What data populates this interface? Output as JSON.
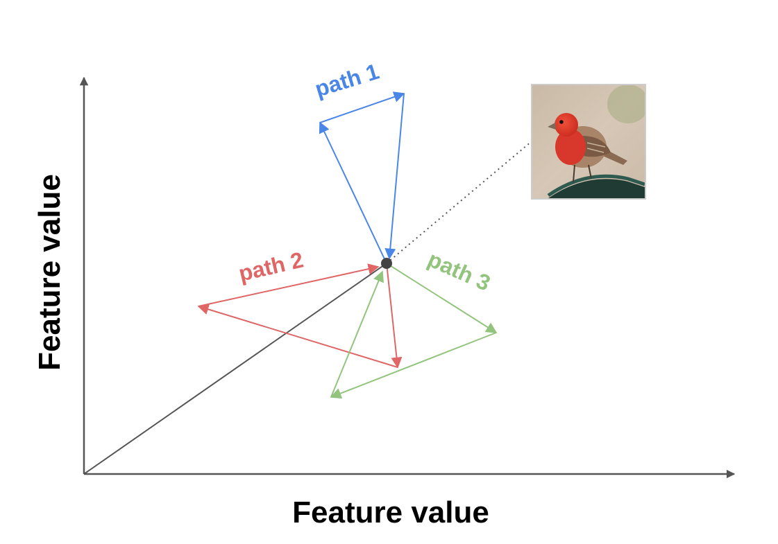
{
  "x_axis_label": "Feature value",
  "y_axis_label": "Feature value",
  "colors": {
    "axis": "#555555",
    "path1": "#4a86e8",
    "path2": "#e06666",
    "path3": "#93c47d",
    "point": "#434343",
    "dotted": "#555555"
  },
  "paths": [
    {
      "label": "path 1"
    },
    {
      "label": "path 2"
    },
    {
      "label": "path 3"
    }
  ],
  "image": {
    "subject": "red finch perched on a green metal rail"
  }
}
